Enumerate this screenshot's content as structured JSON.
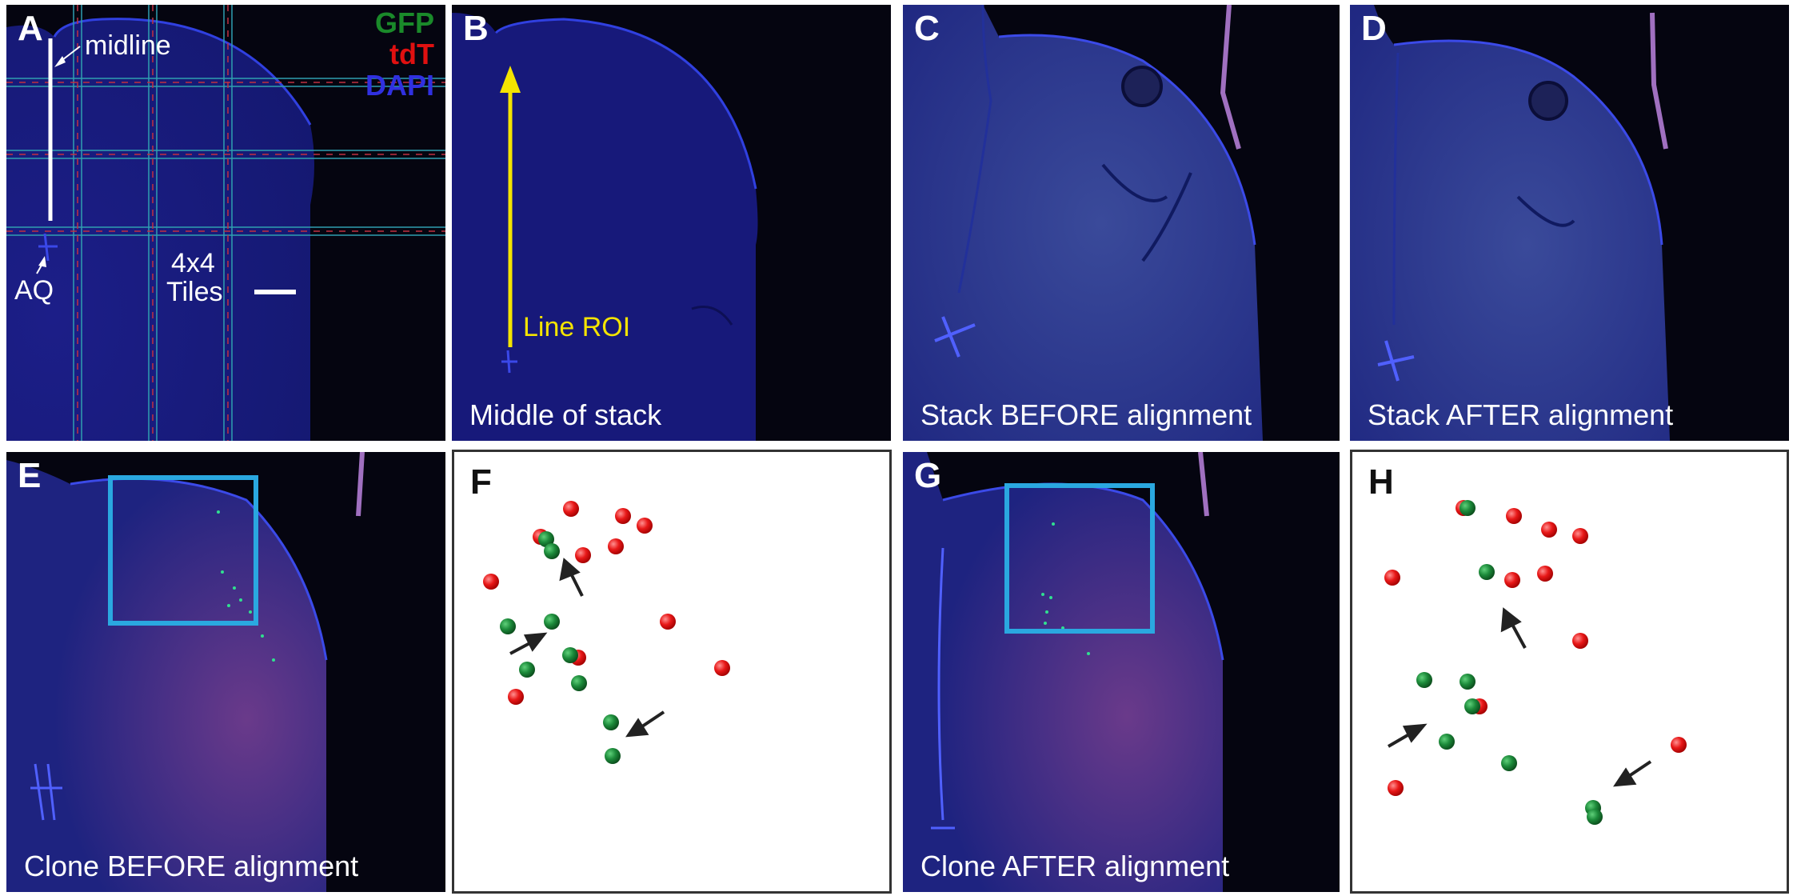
{
  "panels": {
    "A": {
      "letter": "A",
      "midline": "midline",
      "aq": "AQ",
      "tiles_line1": "4x4",
      "tiles_line2": "Tiles",
      "legend": {
        "gfp": "GFP",
        "tdt": "tdT",
        "dapi": "DAPI"
      }
    },
    "B": {
      "letter": "B",
      "line_roi": "Line ROI",
      "caption": "Middle of stack"
    },
    "C": {
      "letter": "C",
      "caption": "Stack BEFORE alignment"
    },
    "D": {
      "letter": "D",
      "caption": "Stack AFTER alignment"
    },
    "E": {
      "letter": "E",
      "caption": "Clone BEFORE alignment"
    },
    "F": {
      "letter": "F"
    },
    "G": {
      "letter": "G",
      "caption": "Clone AFTER alignment"
    },
    "H": {
      "letter": "H"
    }
  },
  "colors": {
    "gfp": "#1a8a2a",
    "tdt": "#e01010",
    "dapi": "#3030e0",
    "roi_box": "#2aa8e0",
    "line_roi": "#f4e400"
  }
}
